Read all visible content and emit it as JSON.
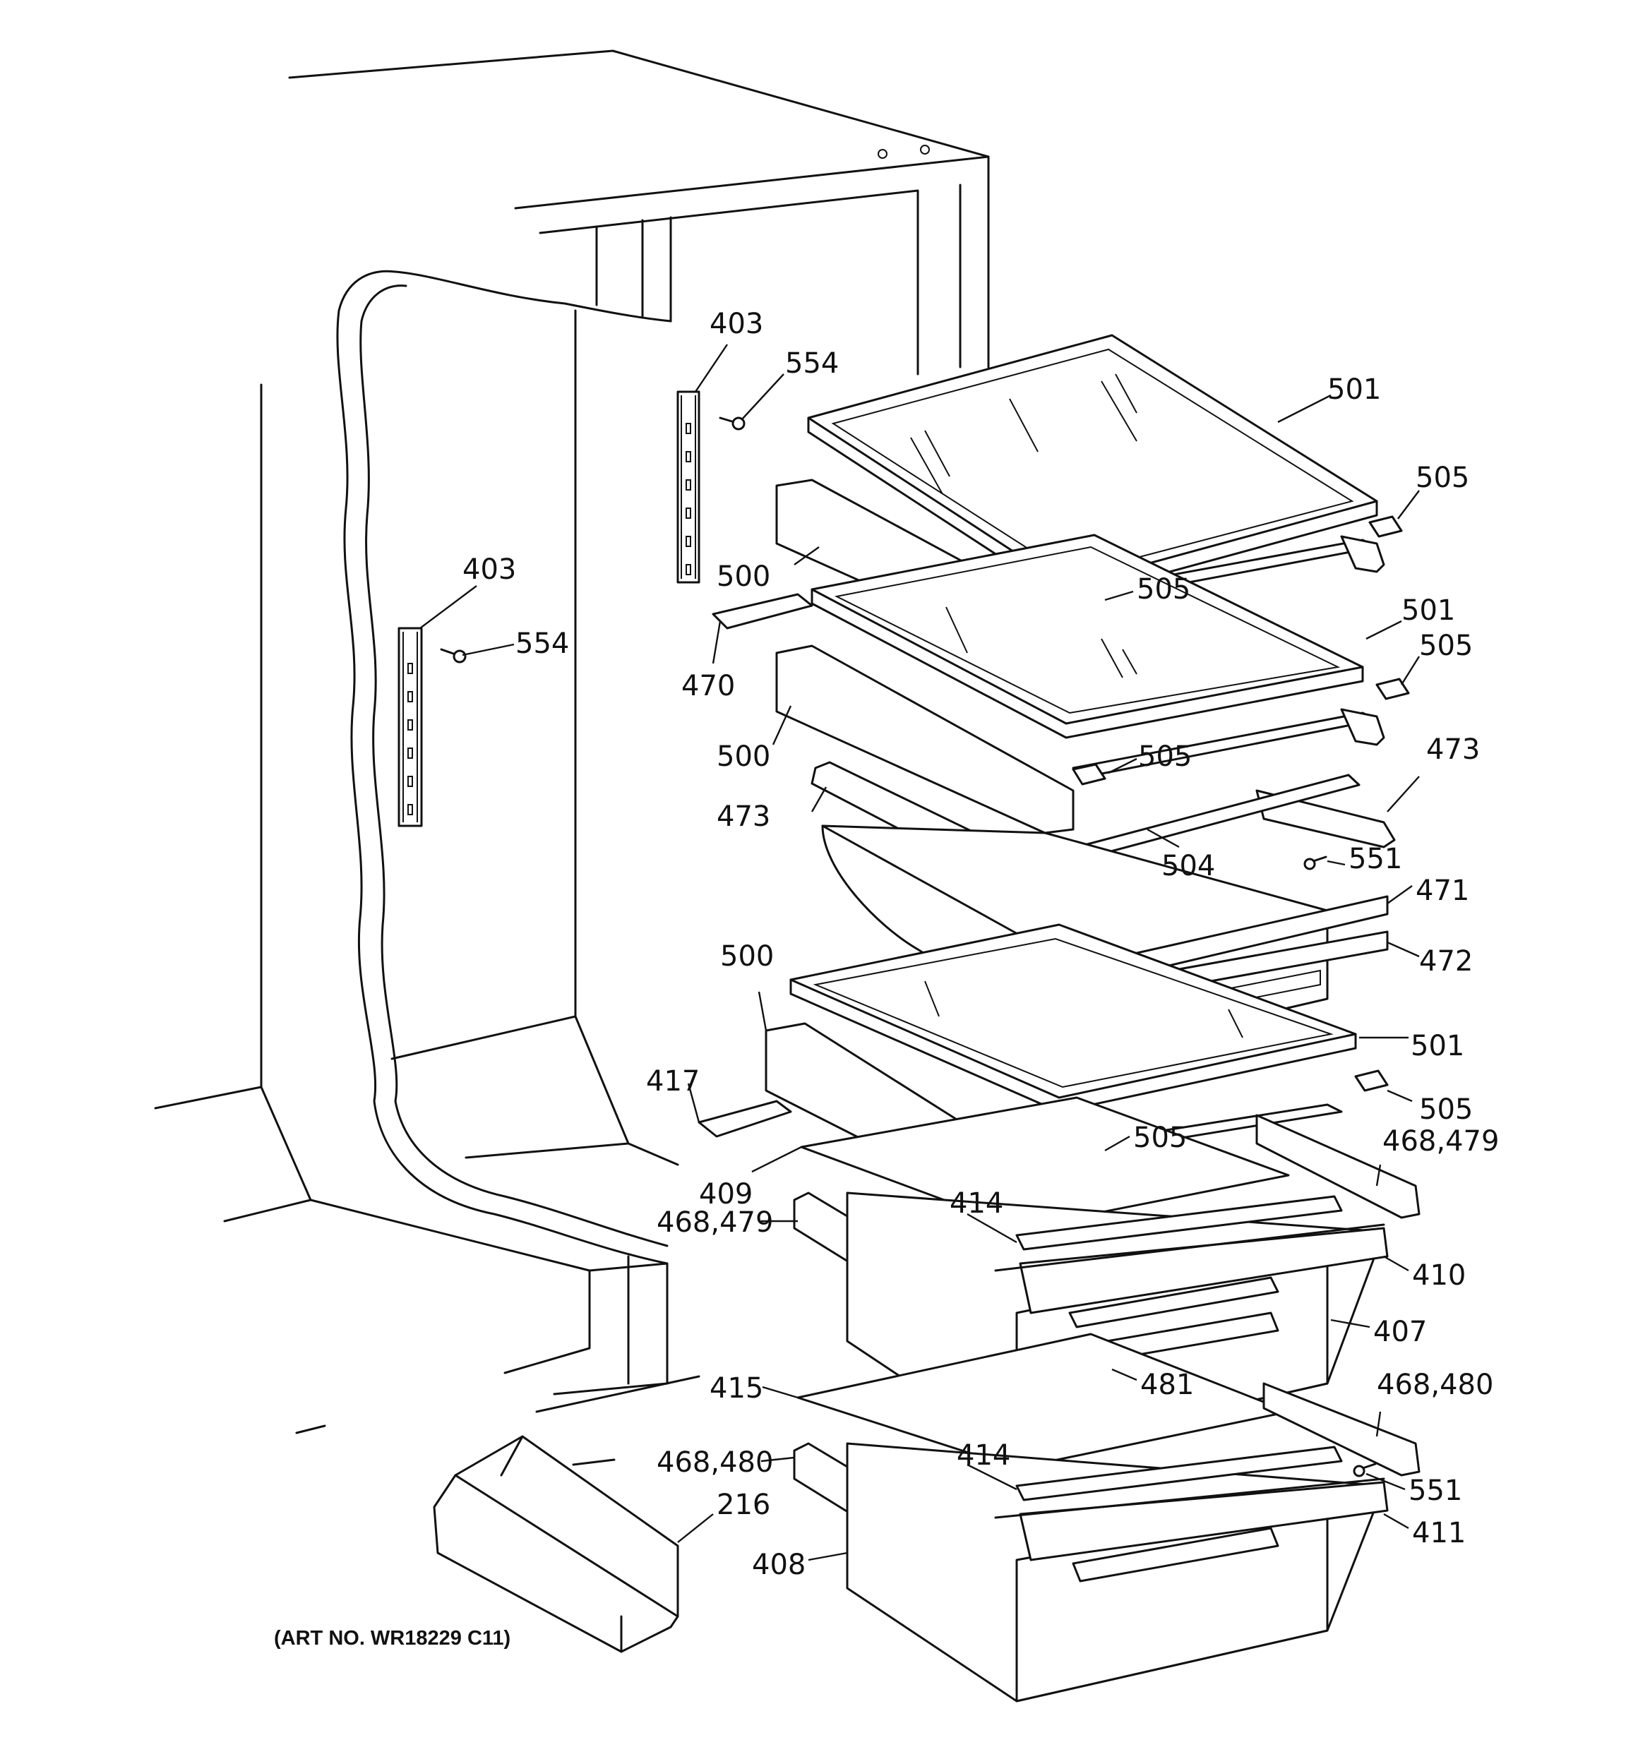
{
  "art_number": "(ART NO. WR18229 C11)",
  "callouts": {
    "c403a": "403",
    "c554a": "554",
    "c403b": "403",
    "c554b": "554",
    "c501a": "501",
    "c505a": "505",
    "c500a": "500",
    "c505b": "505",
    "c501b": "501",
    "c505c": "505",
    "c470": "470",
    "c500b": "500",
    "c505d": "505",
    "c473a": "473",
    "c473b": "473",
    "c504": "504",
    "c551a": "551",
    "c471": "471",
    "c472": "472",
    "c500c": "500",
    "c501c": "501",
    "c417": "417",
    "c505e": "505",
    "c505f": "505",
    "c468_479a": "468,479",
    "c409": "409",
    "c414a": "414",
    "c468_479b": "468,479",
    "c410": "410",
    "c407": "407",
    "c481": "481",
    "c415": "415",
    "c468_480a": "468,480",
    "c468_480b": "468,480",
    "c414b": "414",
    "c551b": "551",
    "c216": "216",
    "c411": "411",
    "c408": "408"
  }
}
